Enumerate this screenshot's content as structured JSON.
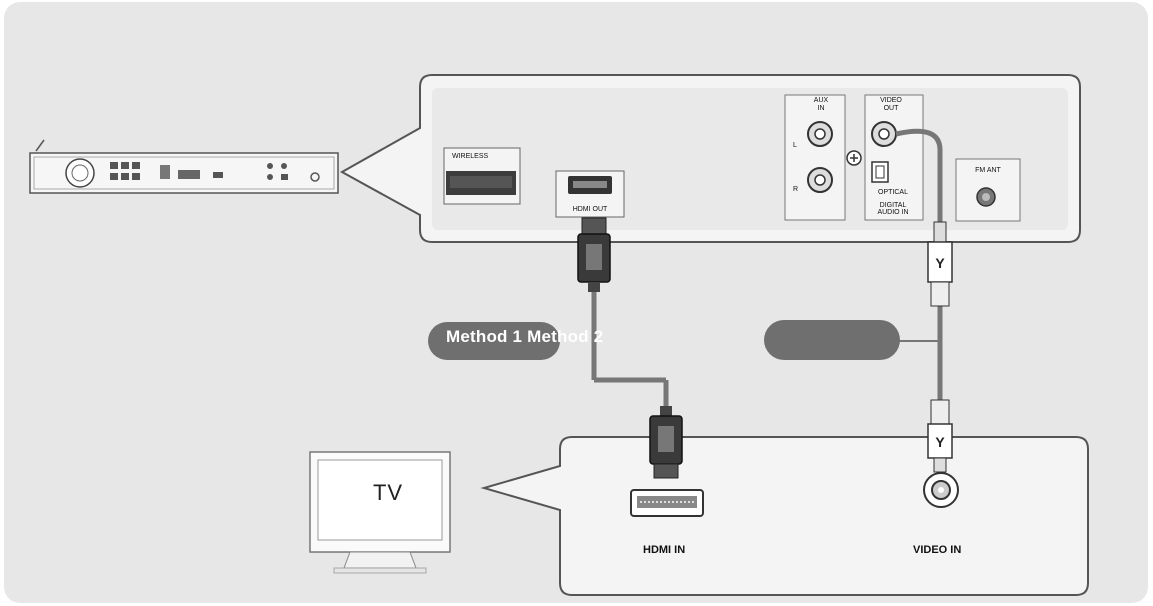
{
  "player_panel": {
    "wireless_label": "WIRELESS",
    "hdmi_out_label": "HDMI OUT",
    "aux_in_label_line1": "AUX",
    "aux_in_label_line2": "IN",
    "aux_left_mark": "L",
    "aux_right_mark": "R",
    "video_out_label_line1": "VIDEO",
    "video_out_label_line2": "OUT",
    "optical_label": "OPTICAL",
    "digital_audio_in_line1": "DIGITAL",
    "digital_audio_in_line2": "AUDIO IN",
    "fm_ant_label": "FM ANT"
  },
  "methods": {
    "method_1_label": "Method 1",
    "method_2_label": "Method 2"
  },
  "tv_panel": {
    "tv_label": "TV",
    "hdmi_in_label": "HDMI IN",
    "video_in_label": "VIDEO IN"
  },
  "colors": {
    "panel_background": "#e7e7e7",
    "callout_fill": "#f4f4f4",
    "pill_fill": "#6f6f6f",
    "cable_gray": "#7a7a7a"
  },
  "icons": {
    "composite_plug": "yellow-plug-Y"
  }
}
